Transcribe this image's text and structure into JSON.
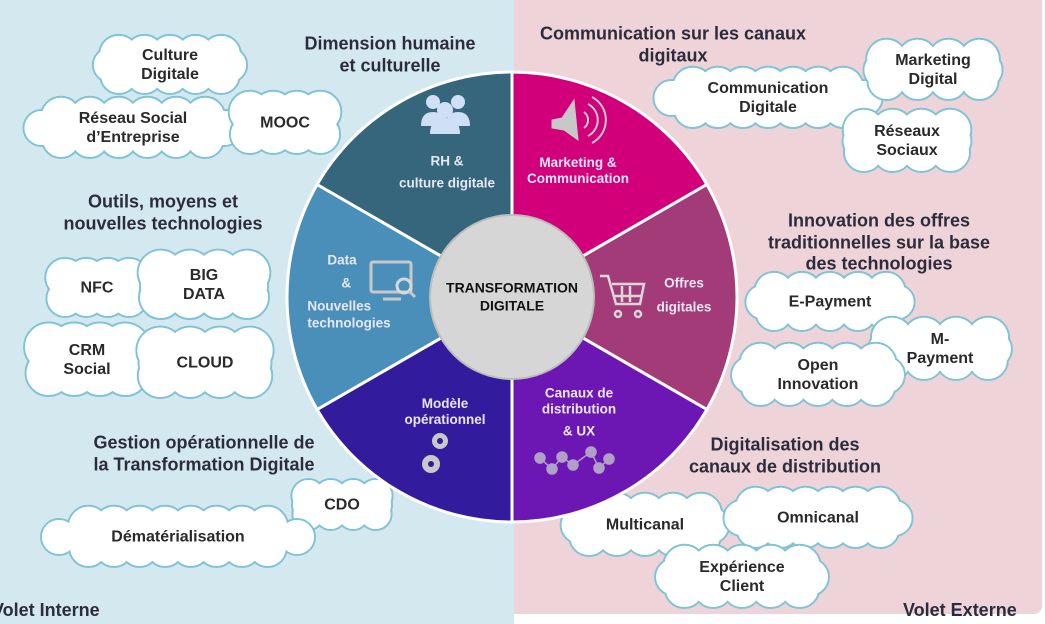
{
  "center": {
    "line1": "TRANSFORMATION",
    "line2": "DIGITALE"
  },
  "segments": {
    "rh": {
      "line1": "RH &",
      "line2": "culture digitale",
      "color": "#35667c",
      "icon": "people-icon"
    },
    "marketing": {
      "line1": "Marketing &",
      "line2": "Communication",
      "color": "#d1007a",
      "icon": "megaphone-icon"
    },
    "offres": {
      "line1": "Offres",
      "line2": "digitales",
      "color": "#a33b78",
      "icon": "shopping-cart-icon"
    },
    "canaux": {
      "line1": "Canaux de",
      "line2": "distribution",
      "line3": "& UX",
      "color": "#6c17b4",
      "icon": "network-icon"
    },
    "modele": {
      "line1": "Modèle",
      "line2": "opérationnel",
      "color": "#321c9d",
      "icon": "gears-icon"
    },
    "data": {
      "line1": "Data",
      "line2": "&",
      "line3": "Nouvelles",
      "line4": "technologies",
      "color": "#4a8fba",
      "icon": "monitor-search-icon"
    }
  },
  "internal": {
    "volet": "Volet Interne",
    "human": {
      "line1": "Dimension humaine",
      "line2": "et culturelle",
      "clouds": [
        {
          "l1": "Culture",
          "l2": "Digitale"
        },
        {
          "l1": "Réseau Social",
          "l2": "d’Entreprise"
        },
        {
          "l1": "MOOC"
        }
      ]
    },
    "tools": {
      "line1": "Outils, moyens et",
      "line2": "nouvelles technologies",
      "clouds": [
        {
          "l1": "NFC"
        },
        {
          "l1": "BIG",
          "l2": "DATA"
        },
        {
          "l1": "CRM",
          "l2": "Social"
        },
        {
          "l1": "CLOUD"
        }
      ]
    },
    "ops": {
      "line1": "Gestion opérationnelle de",
      "line2": "la Transformation Digitale",
      "clouds": [
        {
          "l1": "CDO"
        },
        {
          "l1": "Dématérialisation"
        }
      ]
    }
  },
  "external": {
    "volet": "Volet Externe",
    "comm": {
      "line1": "Communication sur les canaux",
      "line2": "digitaux",
      "clouds": [
        {
          "l1": "Communication",
          "l2": "Digitale"
        },
        {
          "l1": "Marketing",
          "l2": "Digital"
        },
        {
          "l1": "Réseaux",
          "l2": "Sociaux"
        }
      ]
    },
    "innov": {
      "line1": "Innovation des offres",
      "line2": "traditionnelles sur la base",
      "line3": "des technologies",
      "clouds": [
        {
          "l1": "E-Payment"
        },
        {
          "l1": "M-",
          "l2": "Payment"
        },
        {
          "l1": "Open",
          "l2": "Innovation"
        }
      ]
    },
    "dist": {
      "line1": "Digitalisation des",
      "line2": "canaux de distribution",
      "clouds": [
        {
          "l1": "Multicanal"
        },
        {
          "l1": "Omnicanal"
        },
        {
          "l1": "Expérience",
          "l2": "Client"
        }
      ]
    }
  }
}
